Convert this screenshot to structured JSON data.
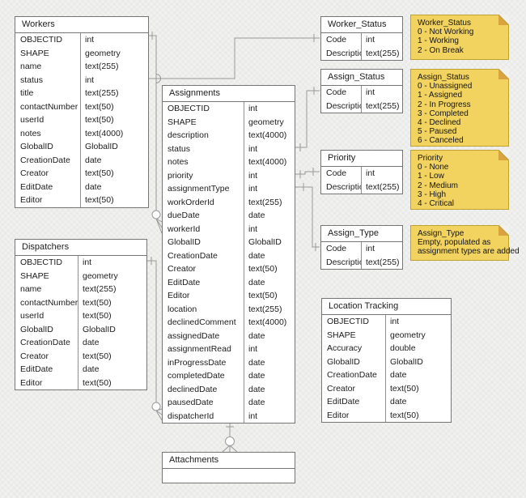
{
  "diagram": {
    "tables": {
      "workers": {
        "title": "Workers",
        "fields": [
          [
            "OBJECTID",
            "int"
          ],
          [
            "SHAPE",
            "geometry"
          ],
          [
            "name",
            "text(255)"
          ],
          [
            "status",
            "int"
          ],
          [
            "title",
            "text(255)"
          ],
          [
            "contactNumber",
            "text(50)"
          ],
          [
            "userId",
            "text(50)"
          ],
          [
            "notes",
            "text(4000)"
          ],
          [
            "GlobalID",
            "GlobalID"
          ],
          [
            "CreationDate",
            "date"
          ],
          [
            "Creator",
            "text(50)"
          ],
          [
            "EditDate",
            "date"
          ],
          [
            "Editor",
            "text(50)"
          ]
        ]
      },
      "dispatchers": {
        "title": "Dispatchers",
        "fields": [
          [
            "OBJECTID",
            "int"
          ],
          [
            "SHAPE",
            "geometry"
          ],
          [
            "name",
            "text(255)"
          ],
          [
            "contactNumber",
            "text(50)"
          ],
          [
            "userId",
            "text(50)"
          ],
          [
            "GlobalID",
            "GlobalID"
          ],
          [
            "CreationDate",
            "date"
          ],
          [
            "Creator",
            "text(50)"
          ],
          [
            "EditDate",
            "date"
          ],
          [
            "Editor",
            "text(50)"
          ]
        ]
      },
      "assignments": {
        "title": "Assignments",
        "fields": [
          [
            "OBJECTID",
            "int"
          ],
          [
            "SHAPE",
            "geometry"
          ],
          [
            "description",
            "text(4000)"
          ],
          [
            "status",
            "int"
          ],
          [
            "notes",
            "text(4000)"
          ],
          [
            "priority",
            "int"
          ],
          [
            "assignmentType",
            "int"
          ],
          [
            "workOrderId",
            "text(255)"
          ],
          [
            "dueDate",
            "date"
          ],
          [
            "workerId",
            "int"
          ],
          [
            "GlobalID",
            "GlobalID"
          ],
          [
            "CreationDate",
            "date"
          ],
          [
            "Creator",
            "text(50)"
          ],
          [
            "EditDate",
            "date"
          ],
          [
            "Editor",
            "text(50)"
          ],
          [
            "location",
            "text(255)"
          ],
          [
            "declinedComment",
            "text(4000)"
          ],
          [
            "assignedDate",
            "date"
          ],
          [
            "assignmentRead",
            "int"
          ],
          [
            "inProgressDate",
            "date"
          ],
          [
            "completedDate",
            "date"
          ],
          [
            "declinedDate",
            "date"
          ],
          [
            "pausedDate",
            "date"
          ],
          [
            "dispatcherId",
            "int"
          ]
        ]
      },
      "worker_status": {
        "title": "Worker_Status",
        "fields": [
          [
            "Code",
            "int"
          ],
          [
            "Description",
            "text(255)"
          ]
        ]
      },
      "assign_status": {
        "title": "Assign_Status",
        "fields": [
          [
            "Code",
            "int"
          ],
          [
            "Description",
            "text(255)"
          ]
        ]
      },
      "priority": {
        "title": "Priority",
        "fields": [
          [
            "Code",
            "int"
          ],
          [
            "Description",
            "text(255)"
          ]
        ]
      },
      "assign_type": {
        "title": "Assign_Type",
        "fields": [
          [
            "Code",
            "int"
          ],
          [
            "Description",
            "text(255)"
          ]
        ]
      },
      "location_tracking": {
        "title": "Location Tracking",
        "fields": [
          [
            "OBJECTID",
            "int"
          ],
          [
            "SHAPE",
            "geometry"
          ],
          [
            "Accuracy",
            "double"
          ],
          [
            "GlobalID",
            "GlobalID"
          ],
          [
            "CreationDate",
            "date"
          ],
          [
            "Creator",
            "text(50)"
          ],
          [
            "EditDate",
            "date"
          ],
          [
            "Editor",
            "text(50)"
          ]
        ]
      },
      "attachments": {
        "title": "Attachments",
        "fields": []
      }
    },
    "notes": {
      "worker_status": {
        "lines": [
          "Worker_Status",
          "0 - Not Working",
          "1 - Working",
          "2 - On Break"
        ]
      },
      "assign_status": {
        "lines": [
          "Assign_Status",
          "0 - Unassigned",
          "1 - Assigned",
          "2 - In Progress",
          "3 - Completed",
          "4 - Declined",
          "5 - Paused",
          "6 - Canceled"
        ]
      },
      "priority": {
        "lines": [
          "Priority",
          "0 - None",
          "1 - Low",
          "2 - Medium",
          "3 - High",
          "4 - Critical"
        ]
      },
      "assign_type": {
        "lines": [
          "Assign_Type",
          "Empty, populated as",
          "assignment types are added"
        ]
      }
    },
    "colors": {
      "background": "#F1F1EF",
      "table_fill": "#FFFFFF",
      "table_border": "#757575",
      "connector_line": "#999999",
      "note_fill": "#F2D35F",
      "note_fold": "#D9A440",
      "note_border": "#BFA032"
    }
  }
}
